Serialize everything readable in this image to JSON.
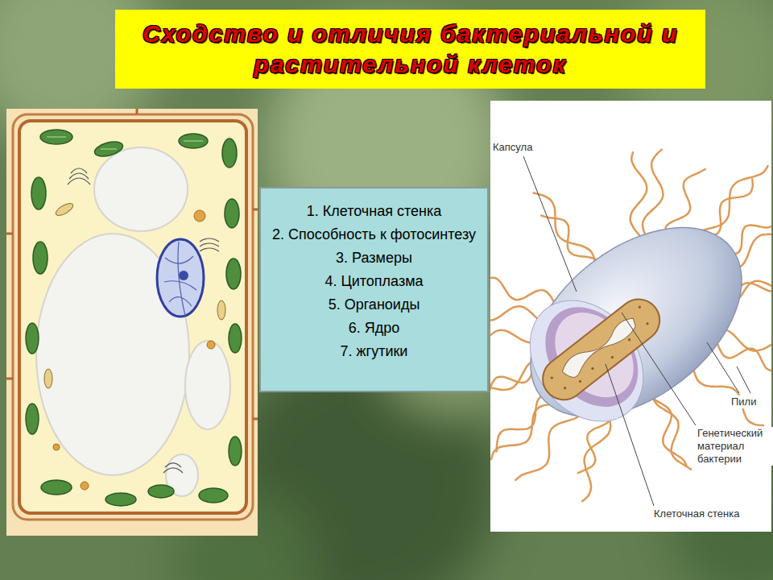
{
  "diagram": {
    "title": "Сходство и отличия бактериальной и растительной клеток",
    "nodes": [
      {
        "text": [
          "1. Клеточная стенка",
          "2. Способность к фотосинтезу",
          "3. Размеры",
          "4. Цитоплазма",
          "5. Органоиды",
          "6. Ядро",
          "7. жгутики"
        ]
      }
    ],
    "labels": [
      "Капсула",
      "Пили",
      "Генетический материал бактерии",
      "Клеточная стенка"
    ]
  }
}
